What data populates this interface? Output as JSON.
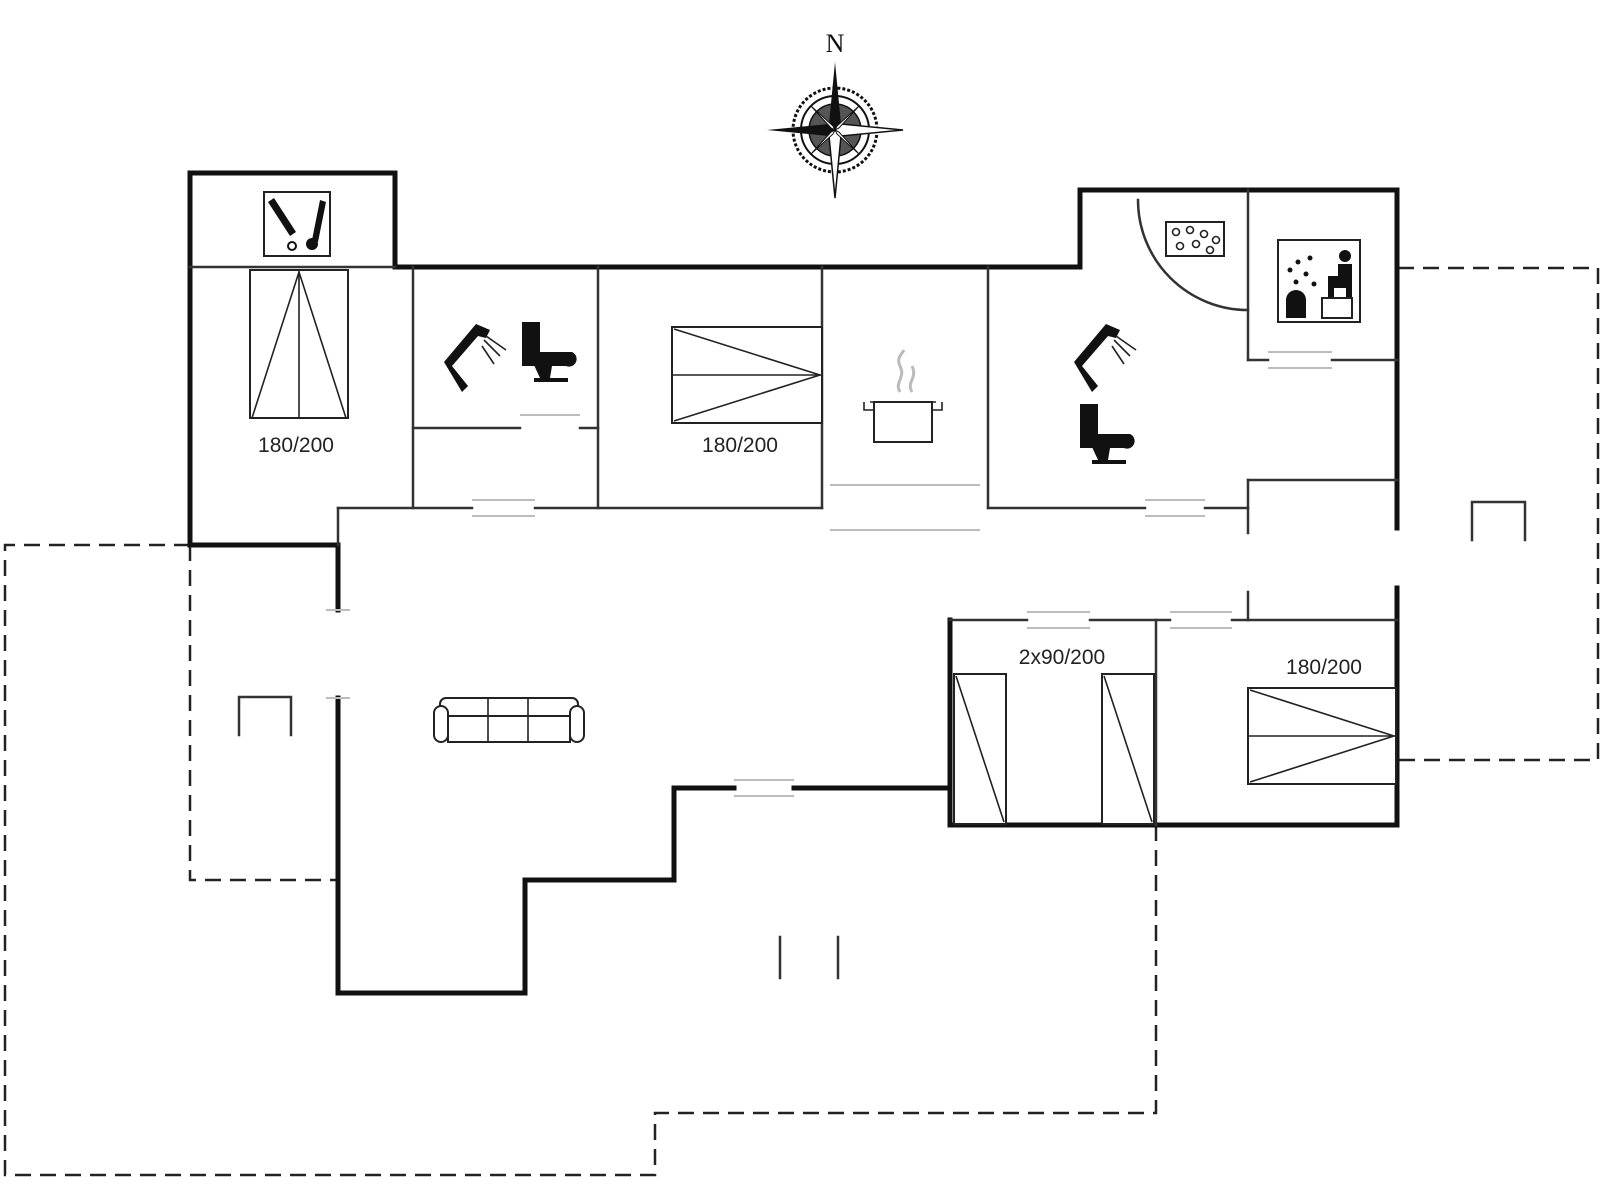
{
  "compass": {
    "label": "N"
  },
  "rooms": {
    "bedroom_west": {
      "bed_label": "180/200"
    },
    "bedroom_mid": {
      "bed_label": "180/200"
    },
    "bedroom_twin": {
      "bed_label": "2x90/200"
    },
    "bedroom_south": {
      "bed_label": "180/200"
    }
  },
  "icons": [
    "compass-rose-icon",
    "washing-machine-icon",
    "shower-icon",
    "toilet-icon",
    "cooking-pot-icon",
    "whirlpool-icon",
    "sauna-icon",
    "sofa-icon",
    "bed-icon"
  ]
}
